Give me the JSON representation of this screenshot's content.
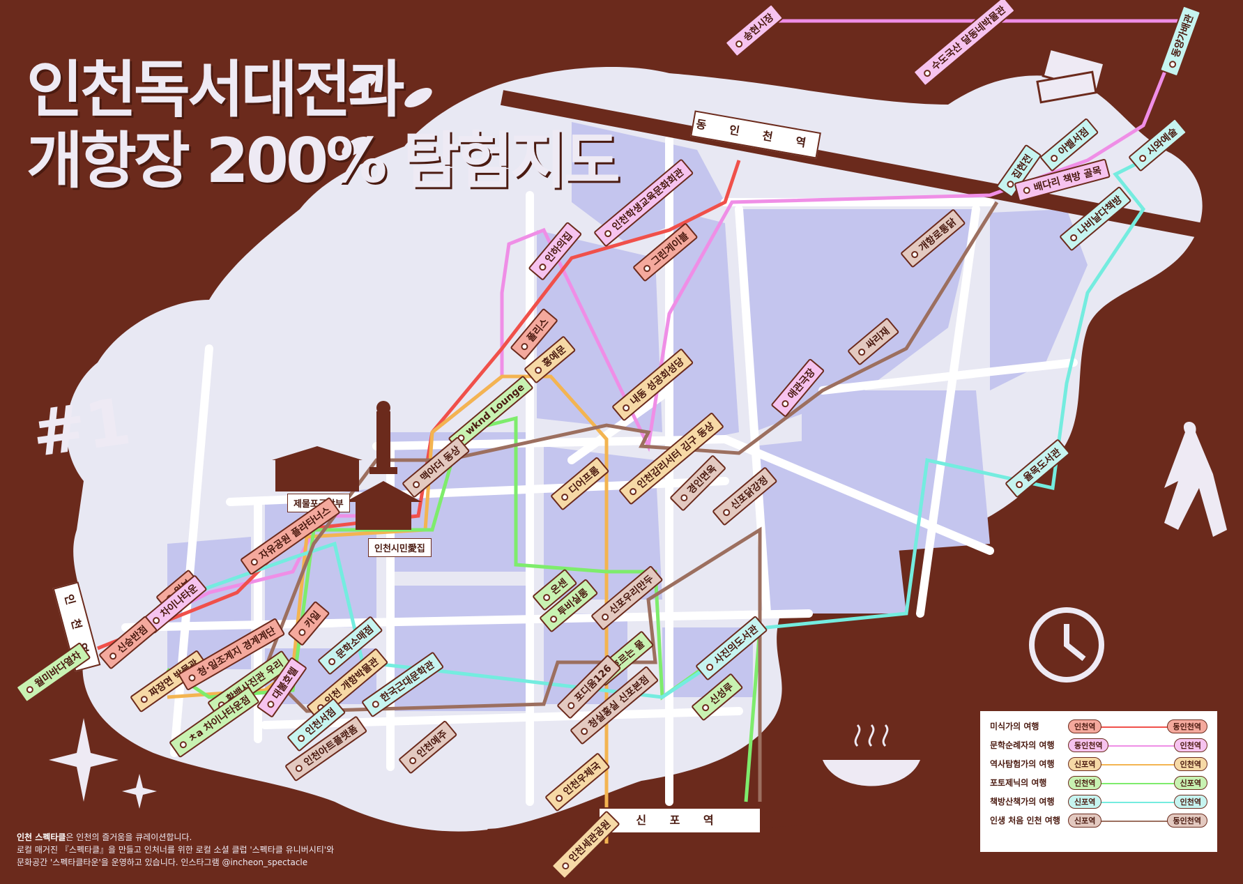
{
  "title": {
    "line1": "인천독서대전과",
    "line2": "개항장 200% 탐험지도",
    "number": "#1"
  },
  "stations": {
    "dongincheon": "동 인 천 역",
    "sinpo": "신 포 역",
    "incheon": "인 천 역"
  },
  "landmarks": {
    "jemulpo_club": "제물포구락부",
    "citizen_house": "인천시민愛집"
  },
  "places": [
    {
      "label": "송현시장",
      "color": "pink"
    },
    {
      "label": "수도국산 달동네박물관",
      "color": "pink"
    },
    {
      "label": "동양가배관",
      "color": "cyan"
    },
    {
      "label": "시와예술",
      "color": "cyan"
    },
    {
      "label": "아벨서점",
      "color": "cyan"
    },
    {
      "label": "집현전",
      "color": "cyan"
    },
    {
      "label": "배다리 책방 골목",
      "color": "pink"
    },
    {
      "label": "나비날다책방",
      "color": "cyan"
    },
    {
      "label": "인천학생교육문화회관",
      "color": "pink"
    },
    {
      "label": "인하의집",
      "color": "pink"
    },
    {
      "label": "그린게이블",
      "color": "red"
    },
    {
      "label": "개항로통닭",
      "color": "brown"
    },
    {
      "label": "싸리재",
      "color": "brown"
    },
    {
      "label": "애관극장",
      "color": "pink"
    },
    {
      "label": "폴리스",
      "color": "red"
    },
    {
      "label": "홍예문",
      "color": "orange"
    },
    {
      "label": "내동 성공회성당",
      "color": "orange"
    },
    {
      "label": "wknd Lounge",
      "color": "green"
    },
    {
      "label": "맥아더 동상",
      "color": "brown"
    },
    {
      "label": "디어프롬",
      "color": "orange"
    },
    {
      "label": "인천감리서터 김구 동상",
      "color": "orange"
    },
    {
      "label": "경인면옥",
      "color": "brown"
    },
    {
      "label": "신포닭강정",
      "color": "brown"
    },
    {
      "label": "율목도서관",
      "color": "cyan"
    },
    {
      "label": "자유공원 플라타너스",
      "color": "red"
    },
    {
      "label": "원보",
      "color": "red"
    },
    {
      "label": "차이나타운",
      "color": "pink"
    },
    {
      "label": "신승반점",
      "color": "red"
    },
    {
      "label": "월미바다열차",
      "color": "green"
    },
    {
      "label": "짜장면 박물관",
      "color": "orange"
    },
    {
      "label": "청·일조계지 경계계단",
      "color": "red"
    },
    {
      "label": "카일",
      "color": "red"
    },
    {
      "label": "문학소매점",
      "color": "cyan"
    },
    {
      "label": "확백사진관 우리",
      "color": "green"
    },
    {
      "label": "대불호텔",
      "color": "pink"
    },
    {
      "label": "인천 개항박물관",
      "color": "orange"
    },
    {
      "label": "한국근대문학관",
      "color": "cyan"
    },
    {
      "label": "온센",
      "color": "green"
    },
    {
      "label": "투비실롱",
      "color": "green"
    },
    {
      "label": "신포우리만두",
      "color": "brown"
    },
    {
      "label": "흐르는 물",
      "color": "green"
    },
    {
      "label": "포디움126",
      "color": "brown"
    },
    {
      "label": "청실홍실 신포본점",
      "color": "brown"
    },
    {
      "label": "사진의도서관",
      "color": "cyan"
    },
    {
      "label": "신성루",
      "color": "green"
    },
    {
      "label": "ㅊa 차이나타운점",
      "color": "green"
    },
    {
      "label": "인천서점",
      "color": "cyan"
    },
    {
      "label": "인천아트플랫폼",
      "color": "brown"
    },
    {
      "label": "인천예주",
      "color": "brown"
    },
    {
      "label": "인천우체국",
      "color": "orange"
    },
    {
      "label": "인천세관공원",
      "color": "orange"
    }
  ],
  "legend": [
    {
      "name": "미식가의 여행",
      "from": "인천역",
      "to": "동인천역",
      "color": "#f0504a",
      "bg": "#f4a99d"
    },
    {
      "name": "문학순례자의 여행",
      "from": "동인천역",
      "to": "인천역",
      "color": "#ef8ee6",
      "bg": "#f6c3ef"
    },
    {
      "name": "역사탐험가의 여행",
      "from": "신포역",
      "to": "인천역",
      "color": "#f3b451",
      "bg": "#f6d9a6"
    },
    {
      "name": "포토제닉의 여행",
      "from": "인천역",
      "to": "신포역",
      "color": "#7eec6c",
      "bg": "#c8f2b2"
    },
    {
      "name": "책방산책가의 여행",
      "from": "신포역",
      "to": "인천역",
      "color": "#74ecdf",
      "bg": "#c6f4f0"
    },
    {
      "name": "인생 처음 인천 여행",
      "from": "신포역",
      "to": "동인천역",
      "color": "#9c6f5f",
      "bg": "#e3c9c0"
    }
  ],
  "footer": {
    "line1_brand": "인천 스펙타클",
    "line1_rest": "은 인천의 즐거움을 큐레이션합니다.",
    "line2": "로컬 매거진 『스펙타클』을 만들고 인처너를 위한 로컬 소셜 클럽 '스펙타클 유니버시티'와",
    "line3": "문화공간 '스펙타클타운'을 운영하고 있습니다.  인스타그램 @incheon_spectacle"
  },
  "colors": {
    "background": "#6b2a1c",
    "land": "#e8e8f3",
    "block": "#c4c5ee",
    "road": "#ffffff"
  }
}
